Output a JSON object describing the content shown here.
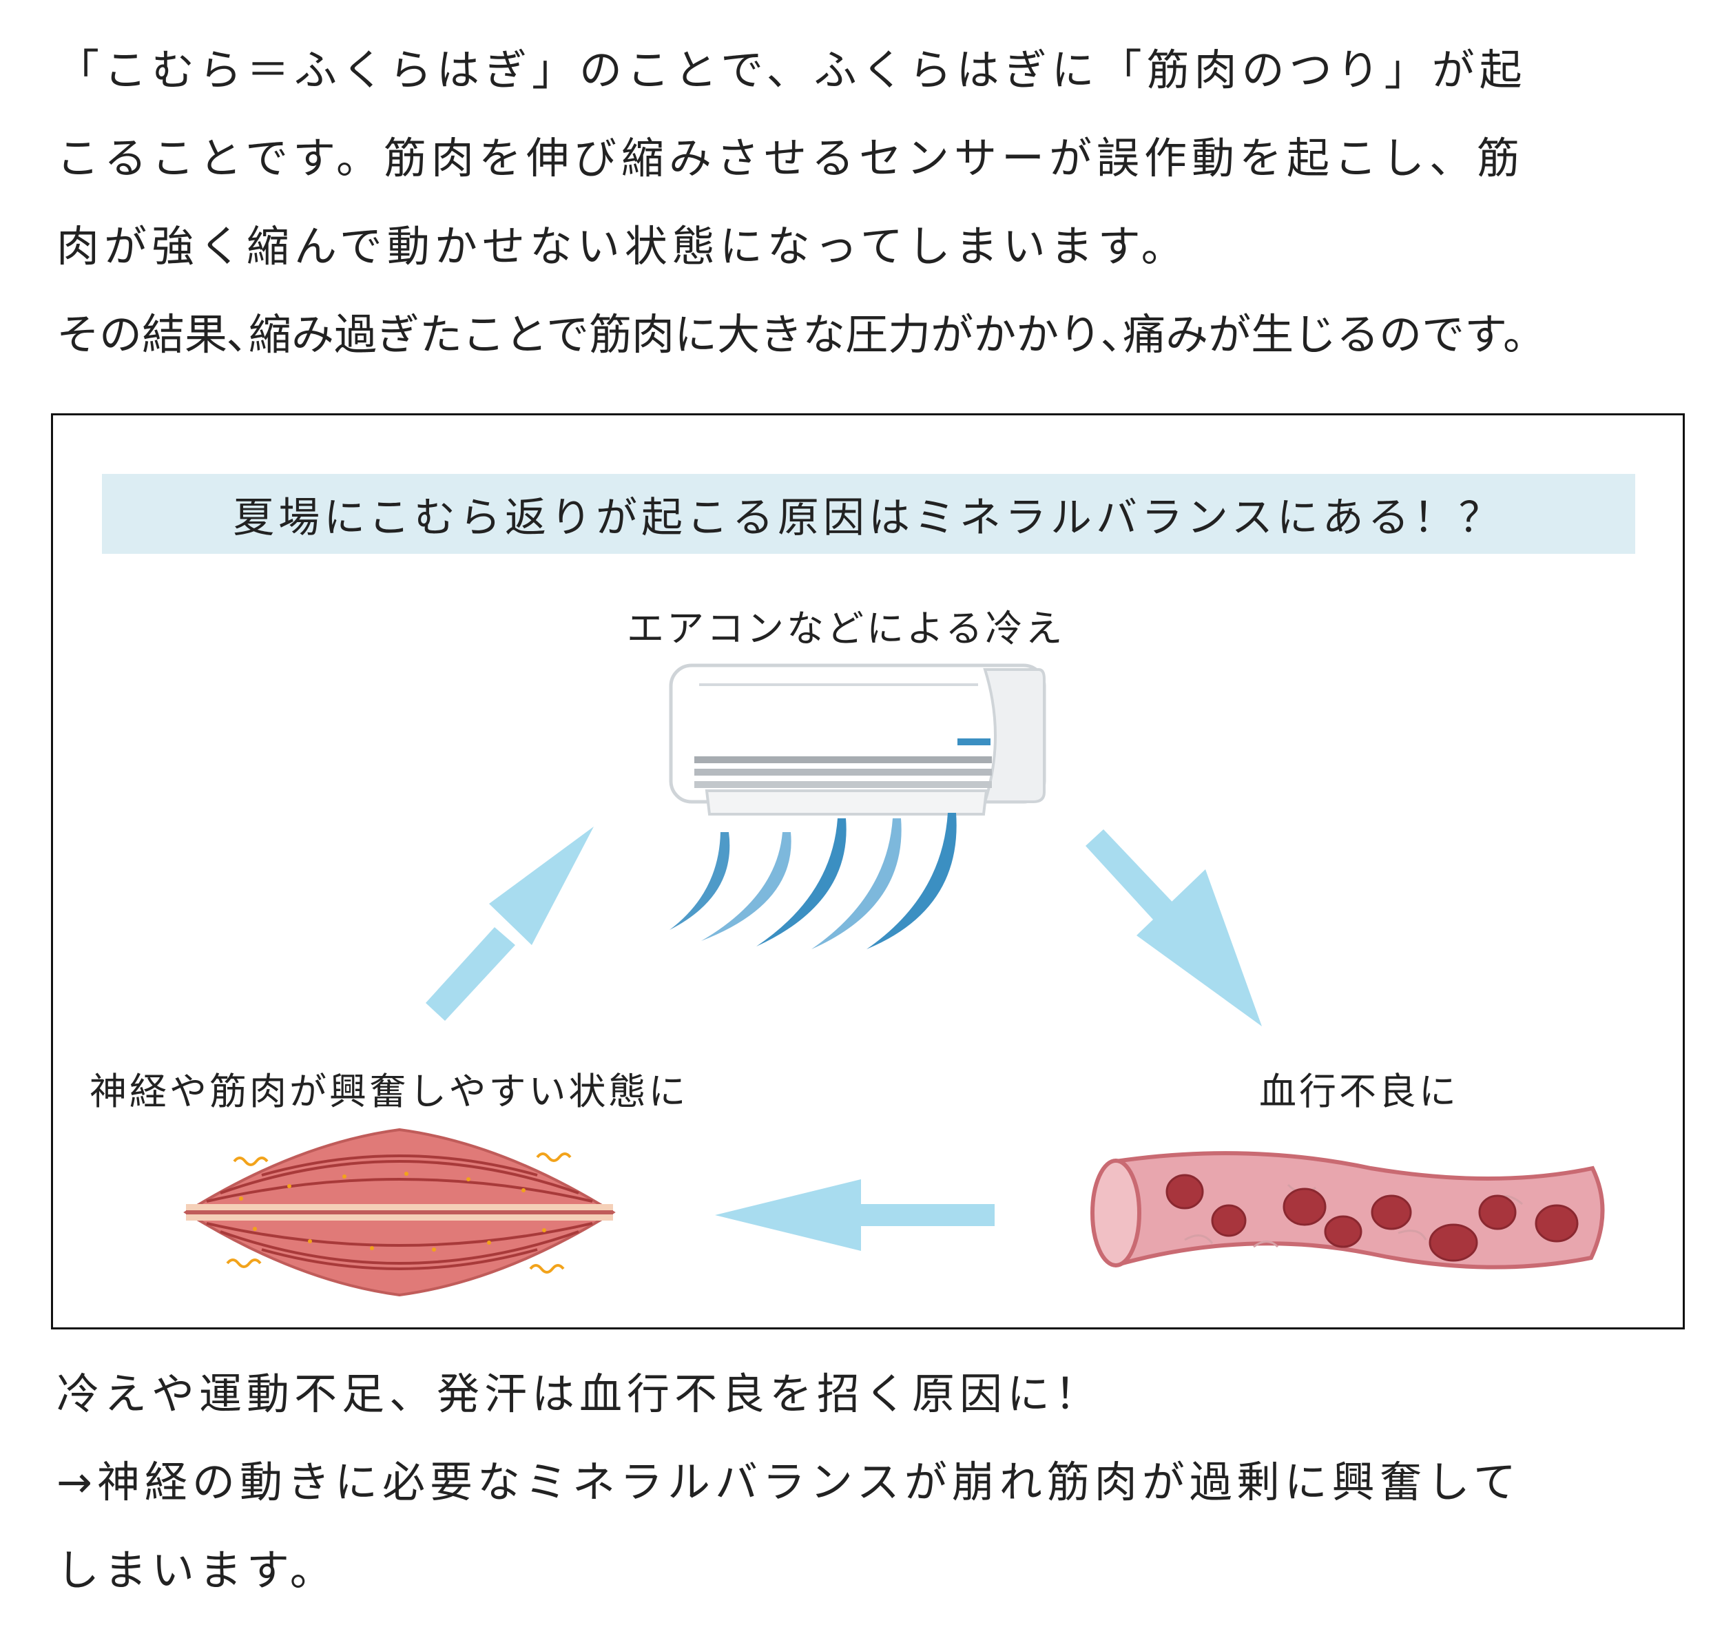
{
  "intro": {
    "lines": [
      "「こむら＝ふくらはぎ」のことで、ふくらはぎに「筋肉のつり」が起",
      "こることです。筋肉を伸び縮みさせるセンサーが誤作動を起こし、筋",
      "肉が強く縮んで動かせない状態になってしまいます。",
      "その結果､縮み過ぎたことで筋肉に大きな圧力がかかり､痛みが生じるのです。"
    ]
  },
  "diagram": {
    "title": "夏場にこむら返りが起こる原因はミネラルバランスにある！？",
    "nodes": {
      "aircon": "エアコンなどによる冷え",
      "blood": "血行不良に",
      "nerve": "神経や筋肉が興奮しやすい状態に"
    },
    "colors": {
      "title_background": "#dcedf3",
      "arrow": "#a8dcef",
      "airflow": "#3b8fc2",
      "muscle": "#e07a78",
      "vessel": "#e8a6ae",
      "clot": "#a8353d"
    },
    "icons": [
      "air-conditioner-icon",
      "blood-vessel-icon",
      "muscle-fiber-icon",
      "arrow-up-right-icon",
      "arrow-down-right-icon",
      "arrow-left-icon"
    ]
  },
  "outro": {
    "lines": [
      "冷えや運動不足、発汗は血行不良を招く原因に！",
      "→神経の動きに必要なミネラルバランスが崩れ筋肉が過剰に興奮して",
      "しまいます。"
    ]
  }
}
